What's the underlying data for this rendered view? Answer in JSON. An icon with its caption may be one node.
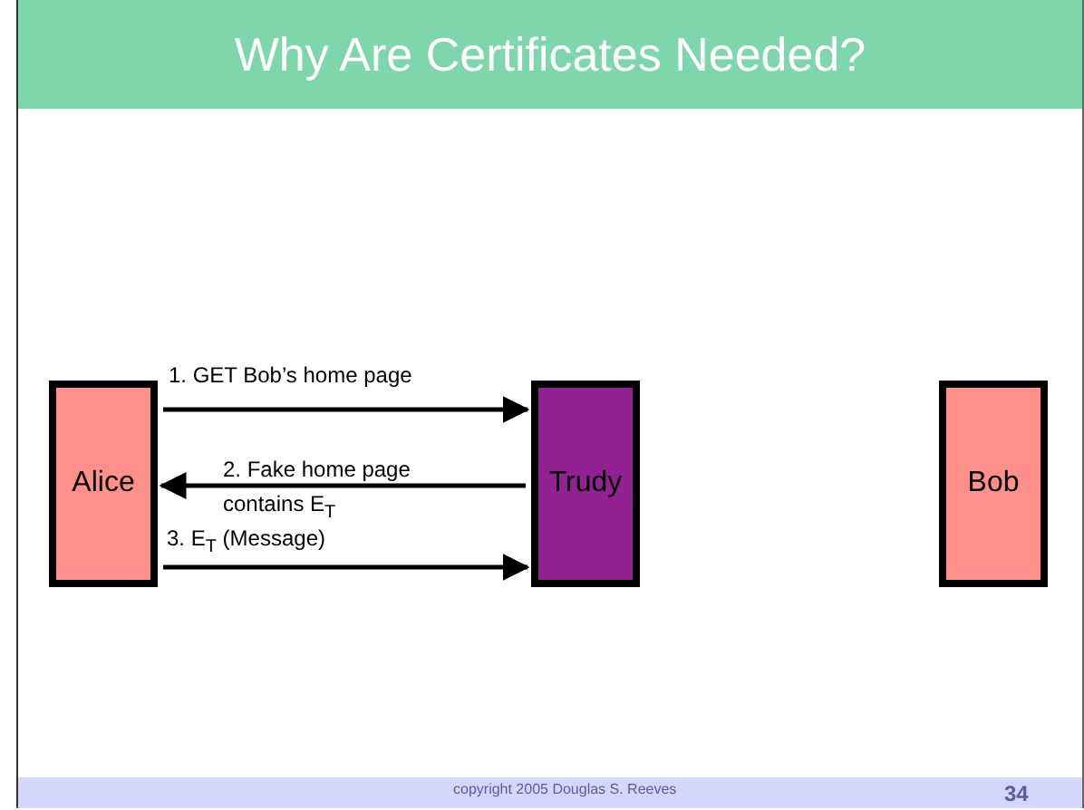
{
  "diagram": {
    "title": "Why Are Certificates Needed?",
    "nodes": [
      {
        "text": [
          "Alice"
        ]
      },
      {
        "text": [
          "Trudy"
        ]
      },
      {
        "text": [
          "Bob"
        ]
      }
    ],
    "edges": [
      {
        "from": 0,
        "to": 1,
        "arrow": "to",
        "label": "1. GET Bob’s home page"
      },
      {
        "from": 1,
        "to": 0,
        "arrow": "to",
        "label": "2. Fake home page contains E$_{T}$"
      },
      {
        "from": 0,
        "to": 1,
        "arrow": "to",
        "label": "3. E$_{T}$ (Message)"
      }
    ],
    "labels": [
      "copyright 2005 Douglas S. Reeves",
      "34"
    ]
  }
}
